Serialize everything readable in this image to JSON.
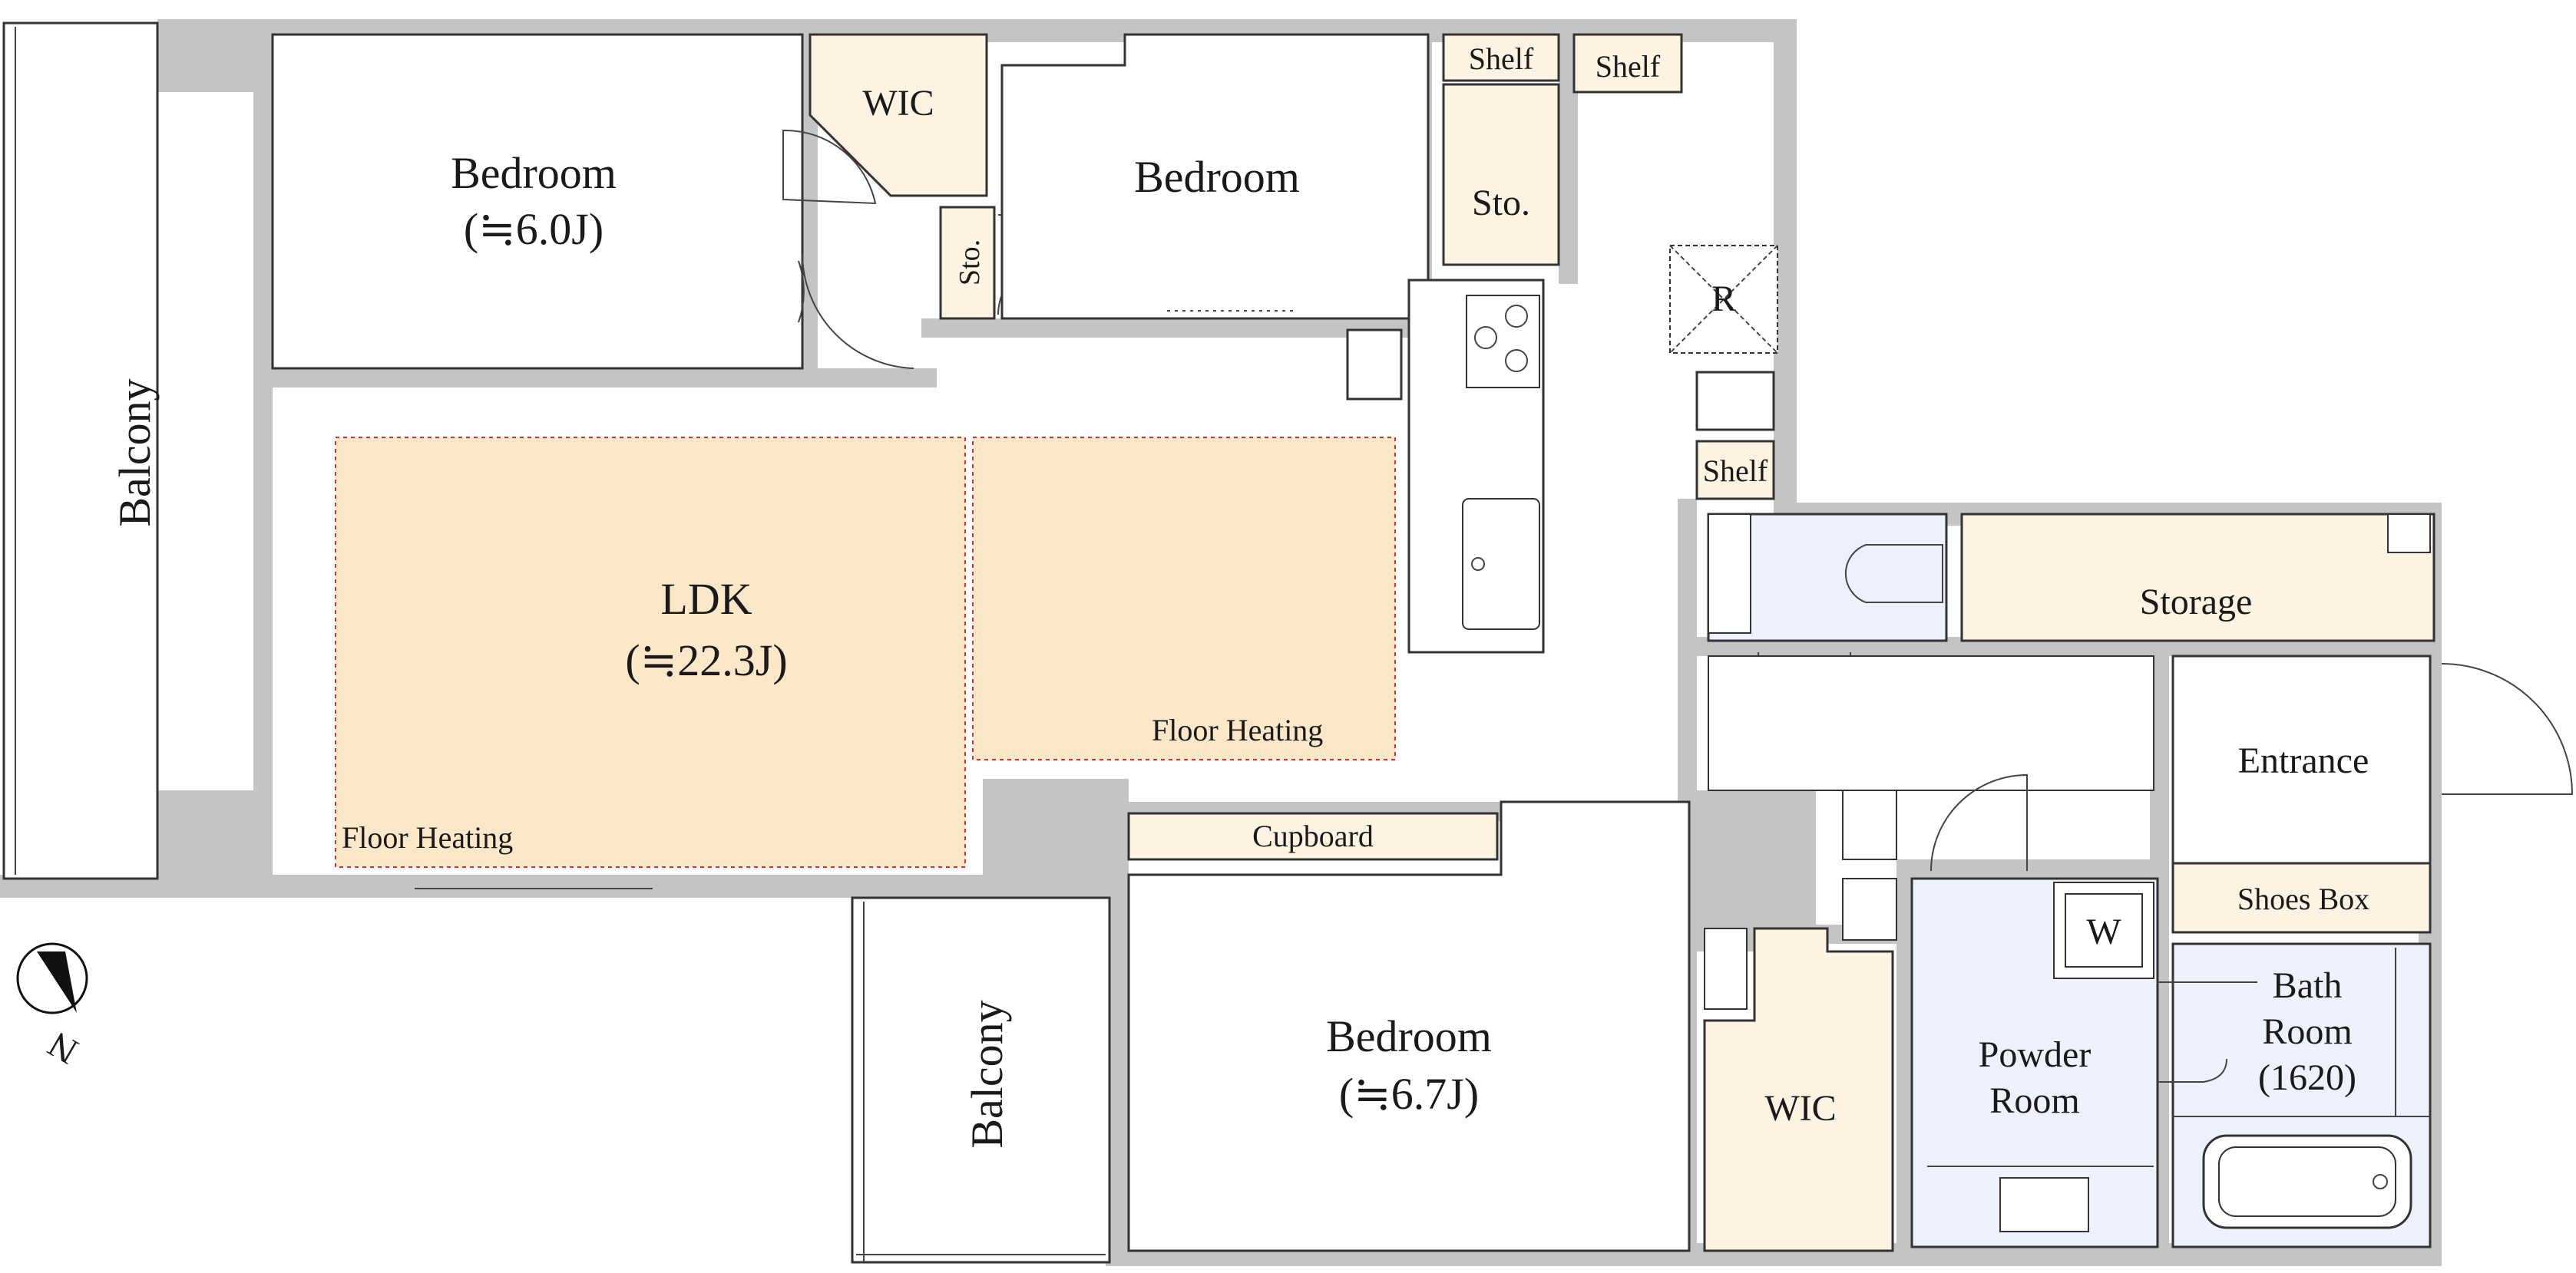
{
  "colors": {
    "wall": "#c4c4c4",
    "floor_heating": "#fce8c8",
    "wic": "#fdf3e2",
    "wet_area": "#eef1fb",
    "heating_border": "#d0342c"
  },
  "rooms": {
    "bedroom_1": {
      "name": "Bedroom",
      "size": "(≒6.0J)"
    },
    "bedroom_2": {
      "name": "Bedroom"
    },
    "bedroom_3": {
      "name": "Bedroom",
      "size": "(≒6.7J)"
    },
    "ldk": {
      "name": "LDK",
      "size": "(≒22.3J)"
    },
    "balcony_west": "Balcony",
    "balcony_south": "Balcony",
    "wic_north": "WIC",
    "wic_south": "WIC",
    "storage_small_1": "Sto.",
    "storage_small_2": "Sto.",
    "shelf_1": "Shelf",
    "shelf_2": "Shelf",
    "shelf_3": "Shelf",
    "storage": "Storage",
    "entrance": "Entrance",
    "shoes_box": "Shoes Box",
    "powder_room": [
      "Powder",
      "Room"
    ],
    "bath_room": [
      "Bath",
      "Room",
      "(1620)"
    ],
    "cupboard": "Cupboard",
    "floor_heating_1": "Floor Heating",
    "floor_heating_2": "Floor Heating",
    "refrigerator": "R",
    "washer": "W"
  },
  "compass": {
    "label": "N"
  }
}
